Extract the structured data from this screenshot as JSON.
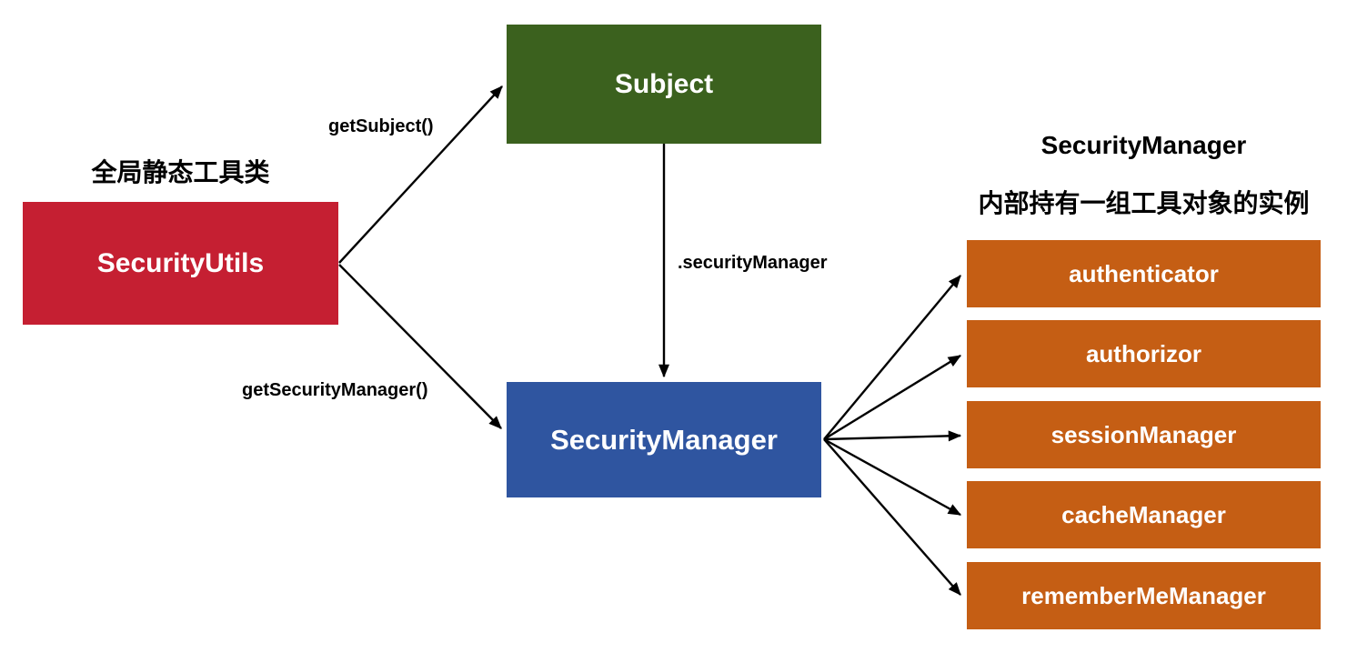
{
  "background": "#ffffff",
  "arrow_color": "#000000",
  "nodes": {
    "security_utils": {
      "label": "SecurityUtils",
      "caption": "全局静态工具类",
      "color": "#c51f32"
    },
    "subject": {
      "label": "Subject",
      "color": "#3b611e"
    },
    "security_manager": {
      "label": "SecurityManager",
      "color": "#2f55a0"
    }
  },
  "edges": {
    "get_subject": "getSubject()",
    "get_security_manager": "getSecurityManager()",
    "security_manager_property": ".securityManager"
  },
  "right_panel": {
    "title_line1": "SecurityManager",
    "title_line2": "内部持有一组工具对象的实例",
    "component_color": "#c55e14",
    "components": [
      {
        "label": "authenticator"
      },
      {
        "label": "authorizor"
      },
      {
        "label": "sessionManager"
      },
      {
        "label": "cacheManager"
      },
      {
        "label": "rememberMeManager"
      }
    ]
  }
}
